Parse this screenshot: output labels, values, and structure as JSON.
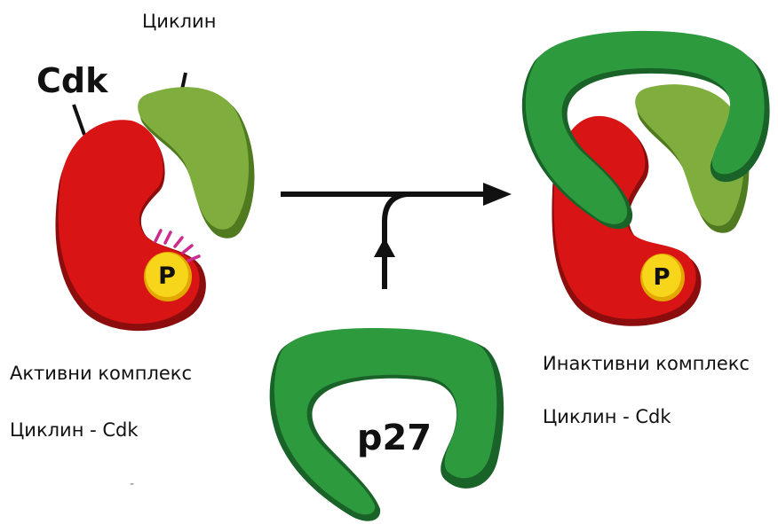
{
  "labels": {
    "cyclin_top": "Циклин",
    "cdk": "Cdk",
    "phospho_left": "P",
    "phospho_right": "P",
    "p27": "p27",
    "active_title": "Активни комплекс",
    "active_sub": "Циклин - Cdk",
    "inactive_title": "Инактивни комплекс",
    "inactive_sub": "Циклин - Cdk",
    "stray_mark": "-"
  },
  "colors": {
    "cdk_red": "#d91414",
    "cdk_red_dark": "#8c0d0d",
    "cyclin_green": "#7fae3e",
    "cyclin_green_dark": "#4f7a1f",
    "p27_green": "#2e9a3e",
    "p27_green_dark": "#1a6328",
    "phospho_yellow": "#f7d51a",
    "phospho_ring": "#e3a800",
    "burst_magenta": "#cc2a8c",
    "arrow": "#111111"
  }
}
